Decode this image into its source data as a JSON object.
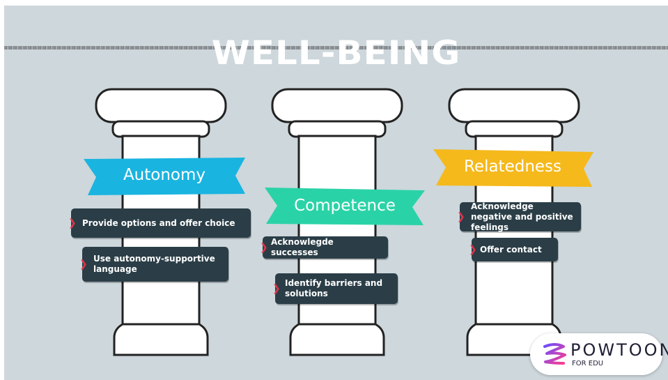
{
  "title": "WELL-BEING",
  "colors": {
    "background": "#cdd7dc",
    "autonomy": "#1ab4e0",
    "competence": "#2ad3a7",
    "relatedness": "#f5b91c",
    "card": "#2b3e47",
    "chevron": "#e4344a"
  },
  "pillars": [
    {
      "name": "Autonomy",
      "items": [
        "Provide options and offer choice",
        "Use autonomy-supportive language"
      ]
    },
    {
      "name": "Competence",
      "items": [
        "Acknowlegde successes",
        "Identify barriers and solutions"
      ]
    },
    {
      "name": "Relatedness",
      "items": [
        "Acknowledge negative and positive feelings",
        "Offer contact"
      ]
    }
  ],
  "logo": {
    "name": "POWTOON",
    "sub": "FOR EDU",
    "icon": "powtoon-logo-icon"
  }
}
